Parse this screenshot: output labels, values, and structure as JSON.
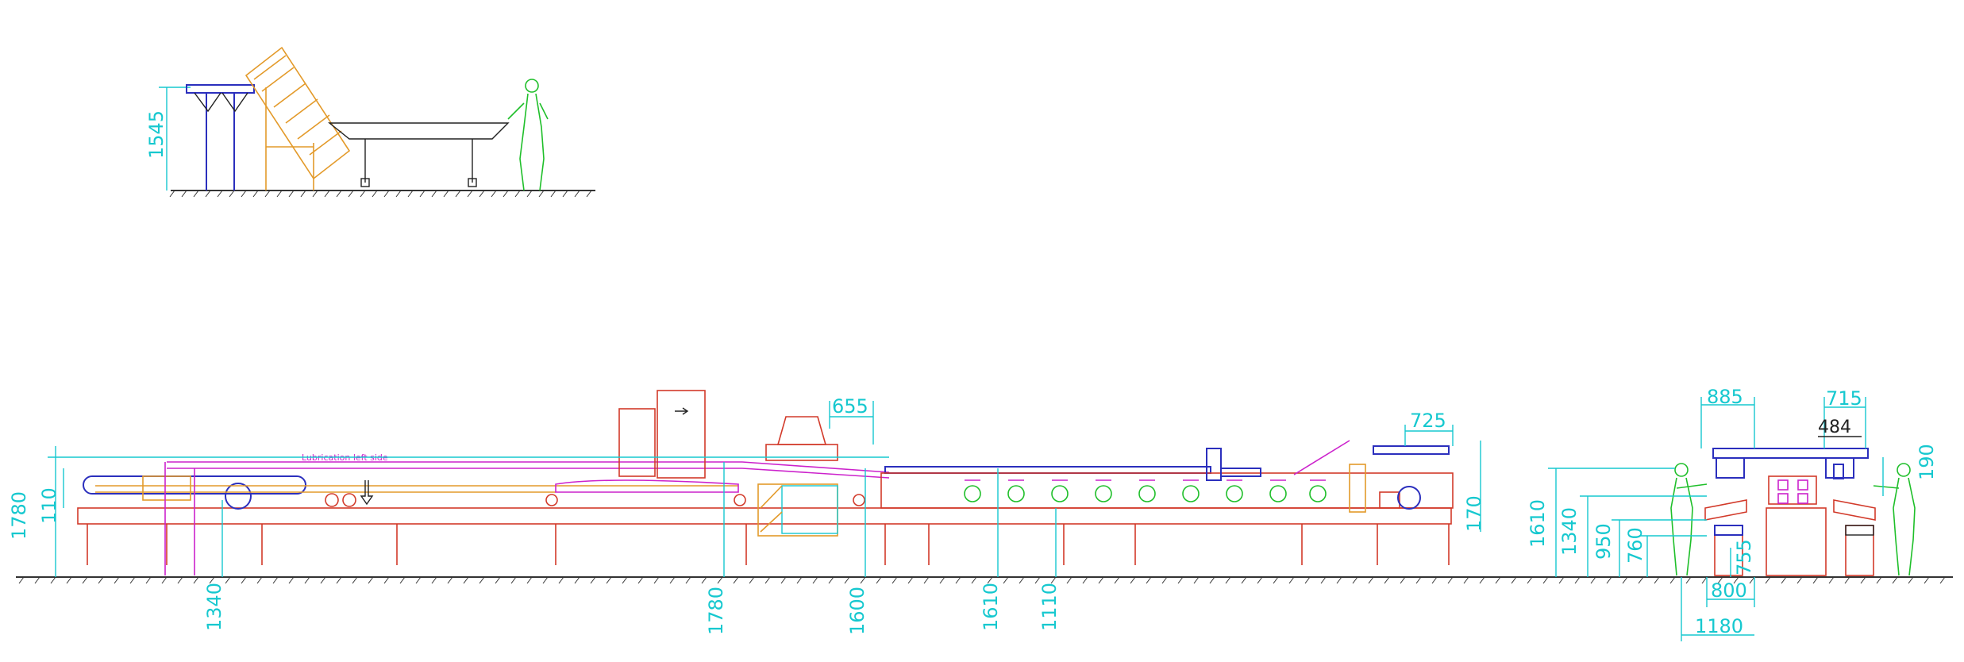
{
  "colors": {
    "dimension": "#16c8cf",
    "frame": "#d23a2a",
    "conveyor": "#2b2fbd",
    "lubrication": "#cc22cc",
    "elevator": "#e39a2a",
    "operator": "#1fbf2a",
    "ink": "#222222"
  },
  "annotations": {
    "lubrication_label": "Lubrication left side"
  },
  "side_view_small": {
    "dims": {
      "height": "1545"
    }
  },
  "main_line": {
    "dims": {
      "d1780_left": "1780",
      "d110": "110",
      "d1340": "1340",
      "d1780_mid": "1780",
      "d1600": "1600",
      "d655": "655",
      "d1610": "1610",
      "d1110": "1110",
      "d725": "725",
      "d170": "170"
    }
  },
  "end_view": {
    "dims": {
      "d885": "885",
      "d715": "715",
      "d484": "484",
      "d190": "190",
      "d1610": "1610",
      "d1340": "1340",
      "d950": "950",
      "d760": "760",
      "d755": "755",
      "d800": "800",
      "d1180": "1180"
    }
  }
}
